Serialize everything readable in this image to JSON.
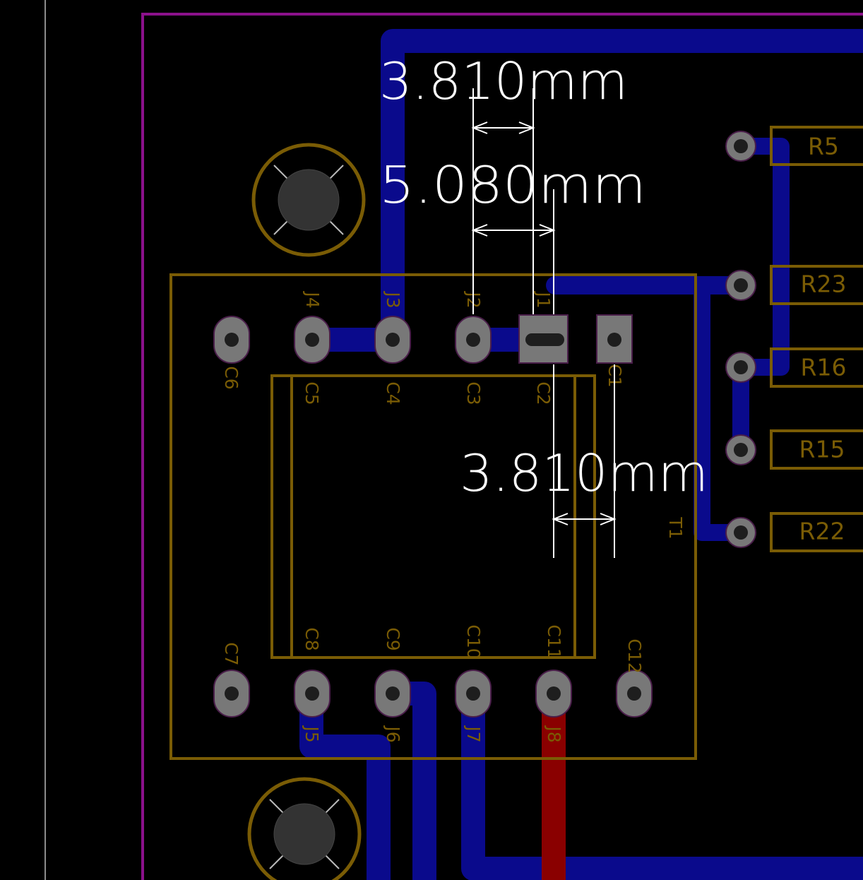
{
  "colors": {
    "background": "#000000",
    "copper_bottom": "#0a0a8c",
    "copper_top": "#8a0000",
    "silkscreen": "#7a5c05",
    "outline": "#8b118b",
    "pad": "#787878",
    "drill": "#1e1e1e",
    "dimension": "#ffffff",
    "grid_line": "#bbbbbb"
  },
  "dimensions": {
    "top_a": "3.810mm",
    "top_b": "5.080mm",
    "mid": "3.810mm"
  },
  "labels": {
    "j1": "J1",
    "j2": "J2",
    "j3": "J3",
    "j4": "J4",
    "j5": "J5",
    "j6": "J6",
    "j7": "J7",
    "j8": "J8",
    "c1": "C1",
    "c2": "C2",
    "c3": "C3",
    "c4": "C4",
    "c5": "C5",
    "c6": "C6",
    "c7": "C7",
    "c8": "C8",
    "c9": "C9",
    "c10": "C10",
    "c11": "C11",
    "c12": "C12",
    "t1": "T1",
    "r5": "R5",
    "r23": "R23",
    "r16": "R16",
    "r15": "R15",
    "r22": "R22"
  }
}
